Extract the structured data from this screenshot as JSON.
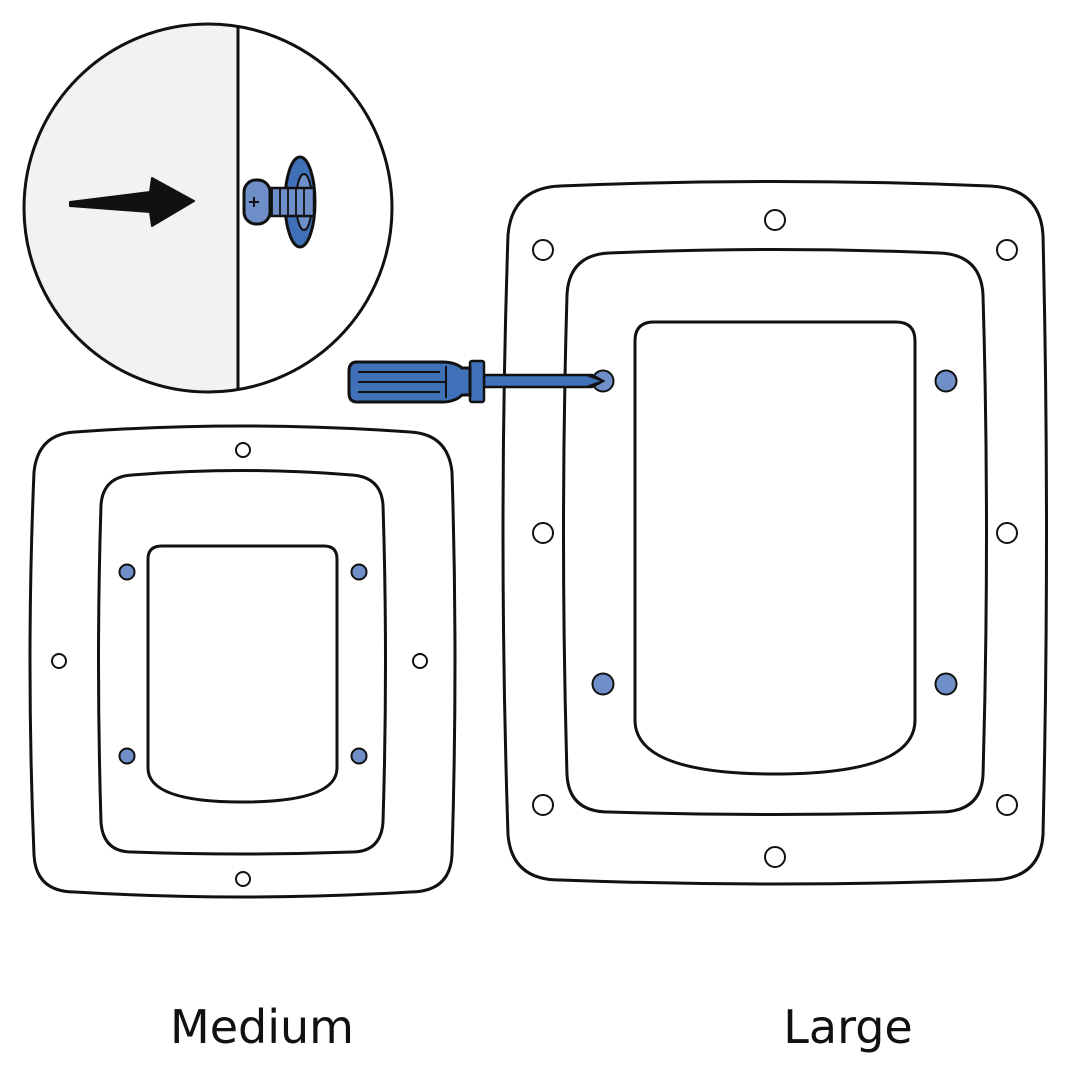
{
  "labels": {
    "medium": "Medium",
    "large": "Large"
  },
  "colors": {
    "background": "#ffffff",
    "outline": "#111111",
    "screw_fill": "#6f8fc8",
    "screwdriver_fill": "#3f70b8",
    "screwdriver_dark": "#24467e",
    "inset_wall": "#f2f2f2"
  },
  "icons": {
    "inset": "magnified-screw-detail",
    "arrow": "arrow-right-icon",
    "screw": "screw-icon",
    "tool": "screwdriver-icon"
  }
}
